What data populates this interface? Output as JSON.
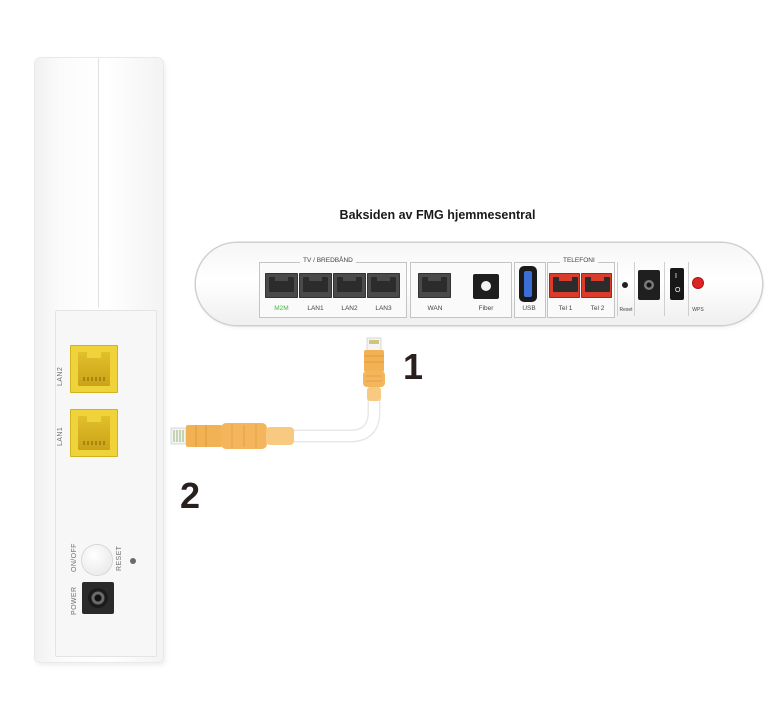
{
  "diagram": {
    "title": "Baksiden av FMG hjemmesentral",
    "steps": [
      "1",
      "2"
    ]
  },
  "left_device": {
    "ports": [
      "LAN2",
      "LAN1"
    ],
    "labels": {
      "onoff": "ON/OFF",
      "reset": "RESET",
      "power": "POWER"
    },
    "port_color": "#f0d23a"
  },
  "central": {
    "groups": {
      "tv_broadband": "TV / BREDBÅND",
      "telephony": "TELEFONI"
    },
    "ports": {
      "m2m": "M2M",
      "lan1": "LAN1",
      "lan2": "LAN2",
      "lan3": "LAN3",
      "wan": "WAN",
      "fiber": "Fiber",
      "usb": "USB",
      "tel1": "Tel 1",
      "tel2": "Tel 2",
      "reset": "Reset",
      "wps": "WPS"
    },
    "switch": {
      "on": "I",
      "off": "O"
    },
    "colors": {
      "m2m_label": "#3fbf3f",
      "telephony_ports": "#d93c2c",
      "usb": "#3b6fd6",
      "wps_button": "#e02222"
    }
  },
  "cable": {
    "color": "#f2b154",
    "icon": "ethernet-cable-icon"
  }
}
